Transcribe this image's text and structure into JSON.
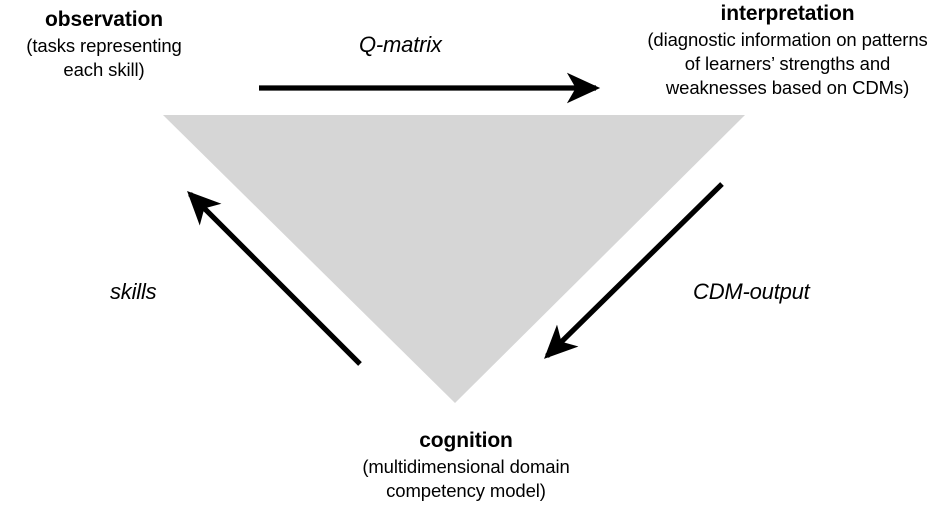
{
  "figure": {
    "type": "cycle-diagram",
    "shape": "inverted-triangle",
    "colors": {
      "triangle_fill": "#D6D6D6",
      "arrow": "#000000",
      "text": "#000000",
      "background": "#FFFFFF"
    }
  },
  "vertices": {
    "observation": {
      "title": "observation",
      "sub_line1": "(tasks representing",
      "sub_line2": "each skill)"
    },
    "interpretation": {
      "title": "interpretation",
      "sub_line1": "(diagnostic information on patterns",
      "sub_line2": "of learners’ strengths and",
      "sub_line3": "weaknesses based on CDMs)"
    },
    "cognition": {
      "title": "cognition",
      "sub_line1": "(multidimensional domain",
      "sub_line2": "competency model)"
    }
  },
  "edges": {
    "top": {
      "label": "Q-matrix",
      "from": "observation",
      "to": "interpretation",
      "direction": "right"
    },
    "right": {
      "label": "CDM-output",
      "from": "interpretation",
      "to": "cognition",
      "direction": "down-left"
    },
    "left": {
      "label": "skills",
      "from": "cognition",
      "to": "observation",
      "direction": "up-left"
    }
  }
}
